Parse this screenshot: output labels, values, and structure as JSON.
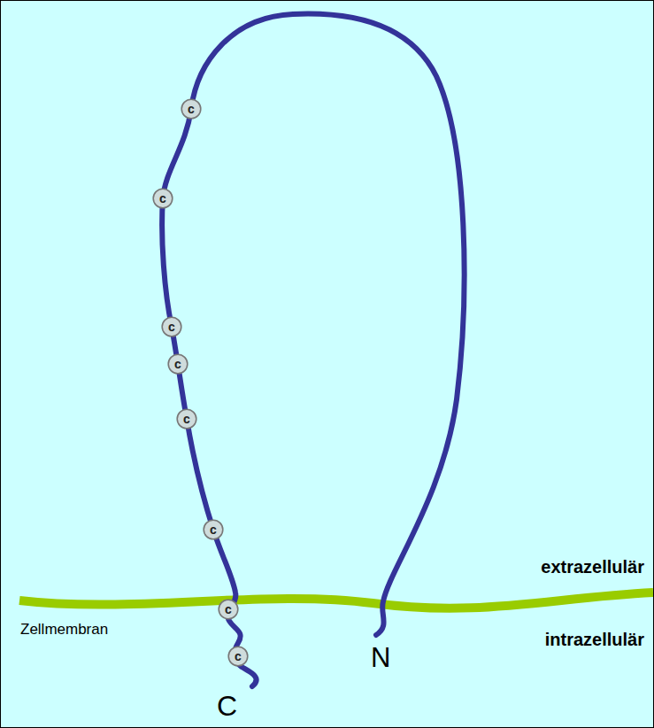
{
  "diagram": {
    "nodes": [
      {
        "text": [
          "c"
        ]
      },
      {
        "text": [
          "c"
        ]
      },
      {
        "text": [
          "c"
        ]
      },
      {
        "text": [
          "c"
        ]
      },
      {
        "text": [
          "c"
        ]
      },
      {
        "text": [
          "c"
        ]
      },
      {
        "text": [
          "c"
        ]
      },
      {
        "text": [
          "c"
        ]
      }
    ],
    "labels": [
      "extrazellulär",
      "intrazellulär",
      "Zellmembran",
      "N",
      "C"
    ]
  }
}
